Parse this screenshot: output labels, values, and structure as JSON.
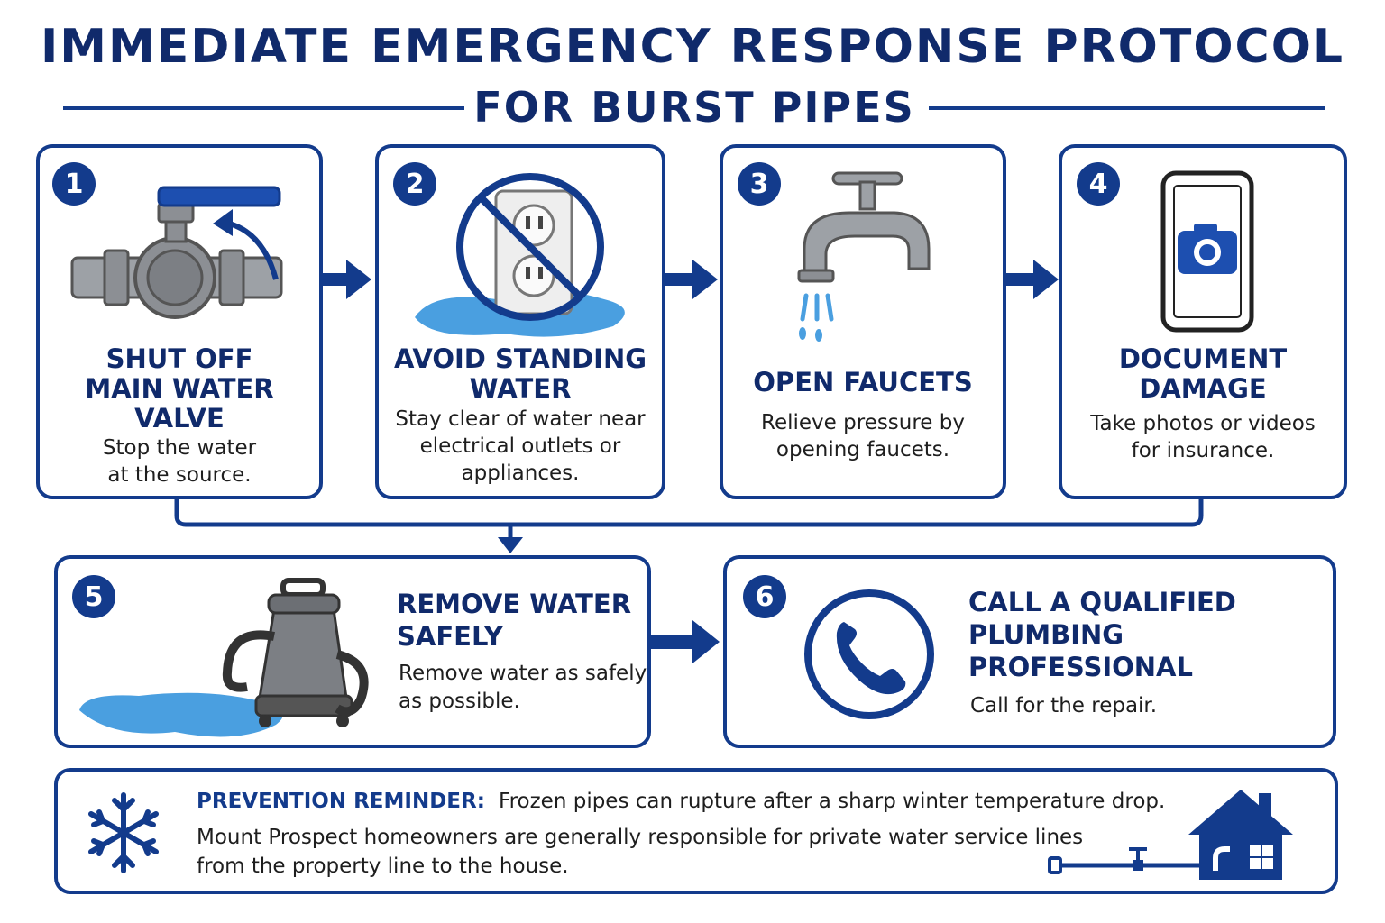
{
  "title": {
    "main": "IMMEDIATE EMERGENCY RESPONSE PROTOCOL",
    "sub": "FOR BURST PIPES"
  },
  "steps": [
    {
      "number": "1",
      "title_lines": [
        "SHUT OFF",
        "MAIN WATER",
        "VALVE"
      ],
      "desc_lines": [
        "Stop the water",
        "at the source."
      ],
      "icon": "water-valve-icon"
    },
    {
      "number": "2",
      "title_lines": [
        "AVOID STANDING",
        "WATER"
      ],
      "desc_lines": [
        "Stay clear of water near",
        "electrical outlets or",
        "appliances."
      ],
      "icon": "no-outlet-icon"
    },
    {
      "number": "3",
      "title_lines": [
        "OPEN FAUCETS"
      ],
      "desc_lines": [
        "Relieve pressure by",
        "opening faucets."
      ],
      "icon": "faucet-icon"
    },
    {
      "number": "4",
      "title_lines": [
        "DOCUMENT",
        "DAMAGE"
      ],
      "desc_lines": [
        "Take photos or videos",
        "for insurance."
      ],
      "icon": "phone-camera-icon"
    },
    {
      "number": "5",
      "title_lines": [
        "REMOVE WATER",
        "SAFELY"
      ],
      "desc_lines": [
        "Remove water as safely",
        "as possible."
      ],
      "icon": "wet-vacuum-icon"
    },
    {
      "number": "6",
      "title_lines": [
        "CALL A QUALIFIED",
        "PLUMBING",
        "PROFESSIONAL"
      ],
      "desc_lines": [
        "Call for the repair."
      ],
      "icon": "telephone-icon"
    }
  ],
  "reminder": {
    "label": "PREVENTION REMINDER:",
    "line1": "Frozen pipes can rupture after a sharp winter temperature drop.",
    "line2": "Mount Prospect homeowners are generally responsible for private water service lines",
    "line3": "from the property line to the house.",
    "icons": [
      "snowflake-icon",
      "house-service-line-icon"
    ]
  },
  "colors": {
    "primary": "#133b8c",
    "title": "#102a6b",
    "water": "#4a9fe0",
    "metal": "#8c8f94"
  }
}
